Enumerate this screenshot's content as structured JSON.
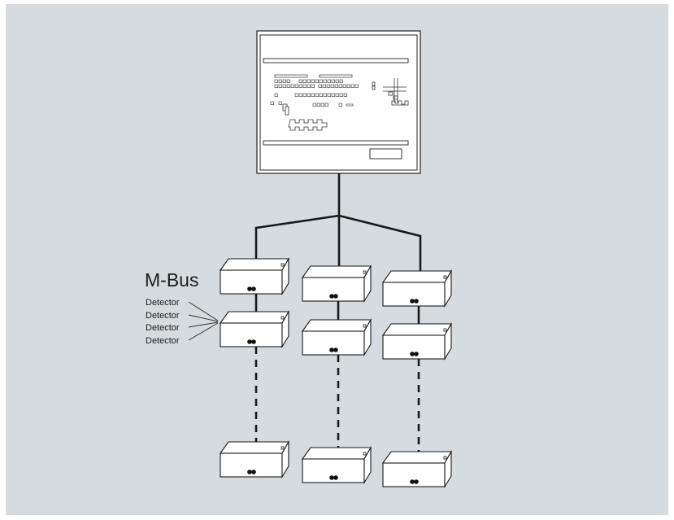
{
  "colors": {
    "background": "#d5dbde",
    "frame": "#ffffff",
    "line": "#1a1a1a",
    "module_fill": "#ffffff"
  },
  "labels": {
    "bus": "M-Bus",
    "detectors": [
      "Detector",
      "Detector",
      "Detector",
      "Detector"
    ]
  },
  "structure": {
    "control_panel": "fire-control-panel",
    "bus_lines": 3,
    "modules_per_line": 3,
    "continuation": "dashed"
  }
}
